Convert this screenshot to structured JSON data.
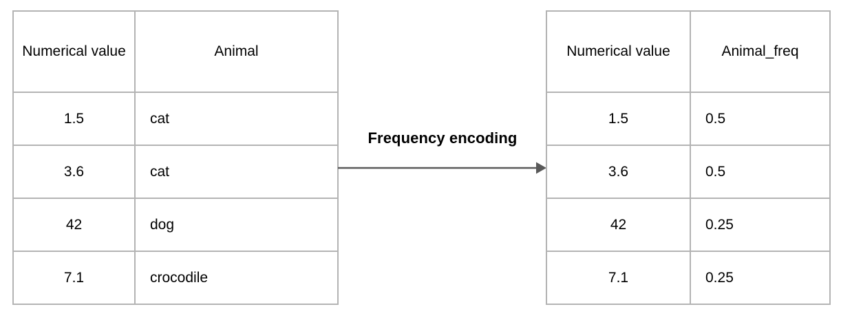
{
  "diagram": {
    "type": "transformation-flow",
    "title_label": "Frequency encoding",
    "arrow": {
      "direction": "right",
      "color": "#595959"
    },
    "border_color": "#b3b3b3",
    "background_color": "#ffffff",
    "text_color": "#000000"
  },
  "source_table": {
    "name": "source-table",
    "headers": [
      "Numerical value",
      "Animal"
    ],
    "rows": [
      {
        "numerical_value": "1.5",
        "animal": "cat"
      },
      {
        "numerical_value": "3.6",
        "animal": "cat"
      },
      {
        "numerical_value": "42",
        "animal": "dog"
      },
      {
        "numerical_value": "7.1",
        "animal": "crocodile"
      }
    ]
  },
  "result_table": {
    "name": "result-table",
    "headers": [
      "Numerical value",
      "Animal_freq"
    ],
    "rows": [
      {
        "numerical_value": "1.5",
        "animal_freq": "0.5"
      },
      {
        "numerical_value": "3.6",
        "animal_freq": "0.5"
      },
      {
        "numerical_value": "42",
        "animal_freq": "0.25"
      },
      {
        "numerical_value": "7.1",
        "animal_freq": "0.25"
      }
    ]
  }
}
